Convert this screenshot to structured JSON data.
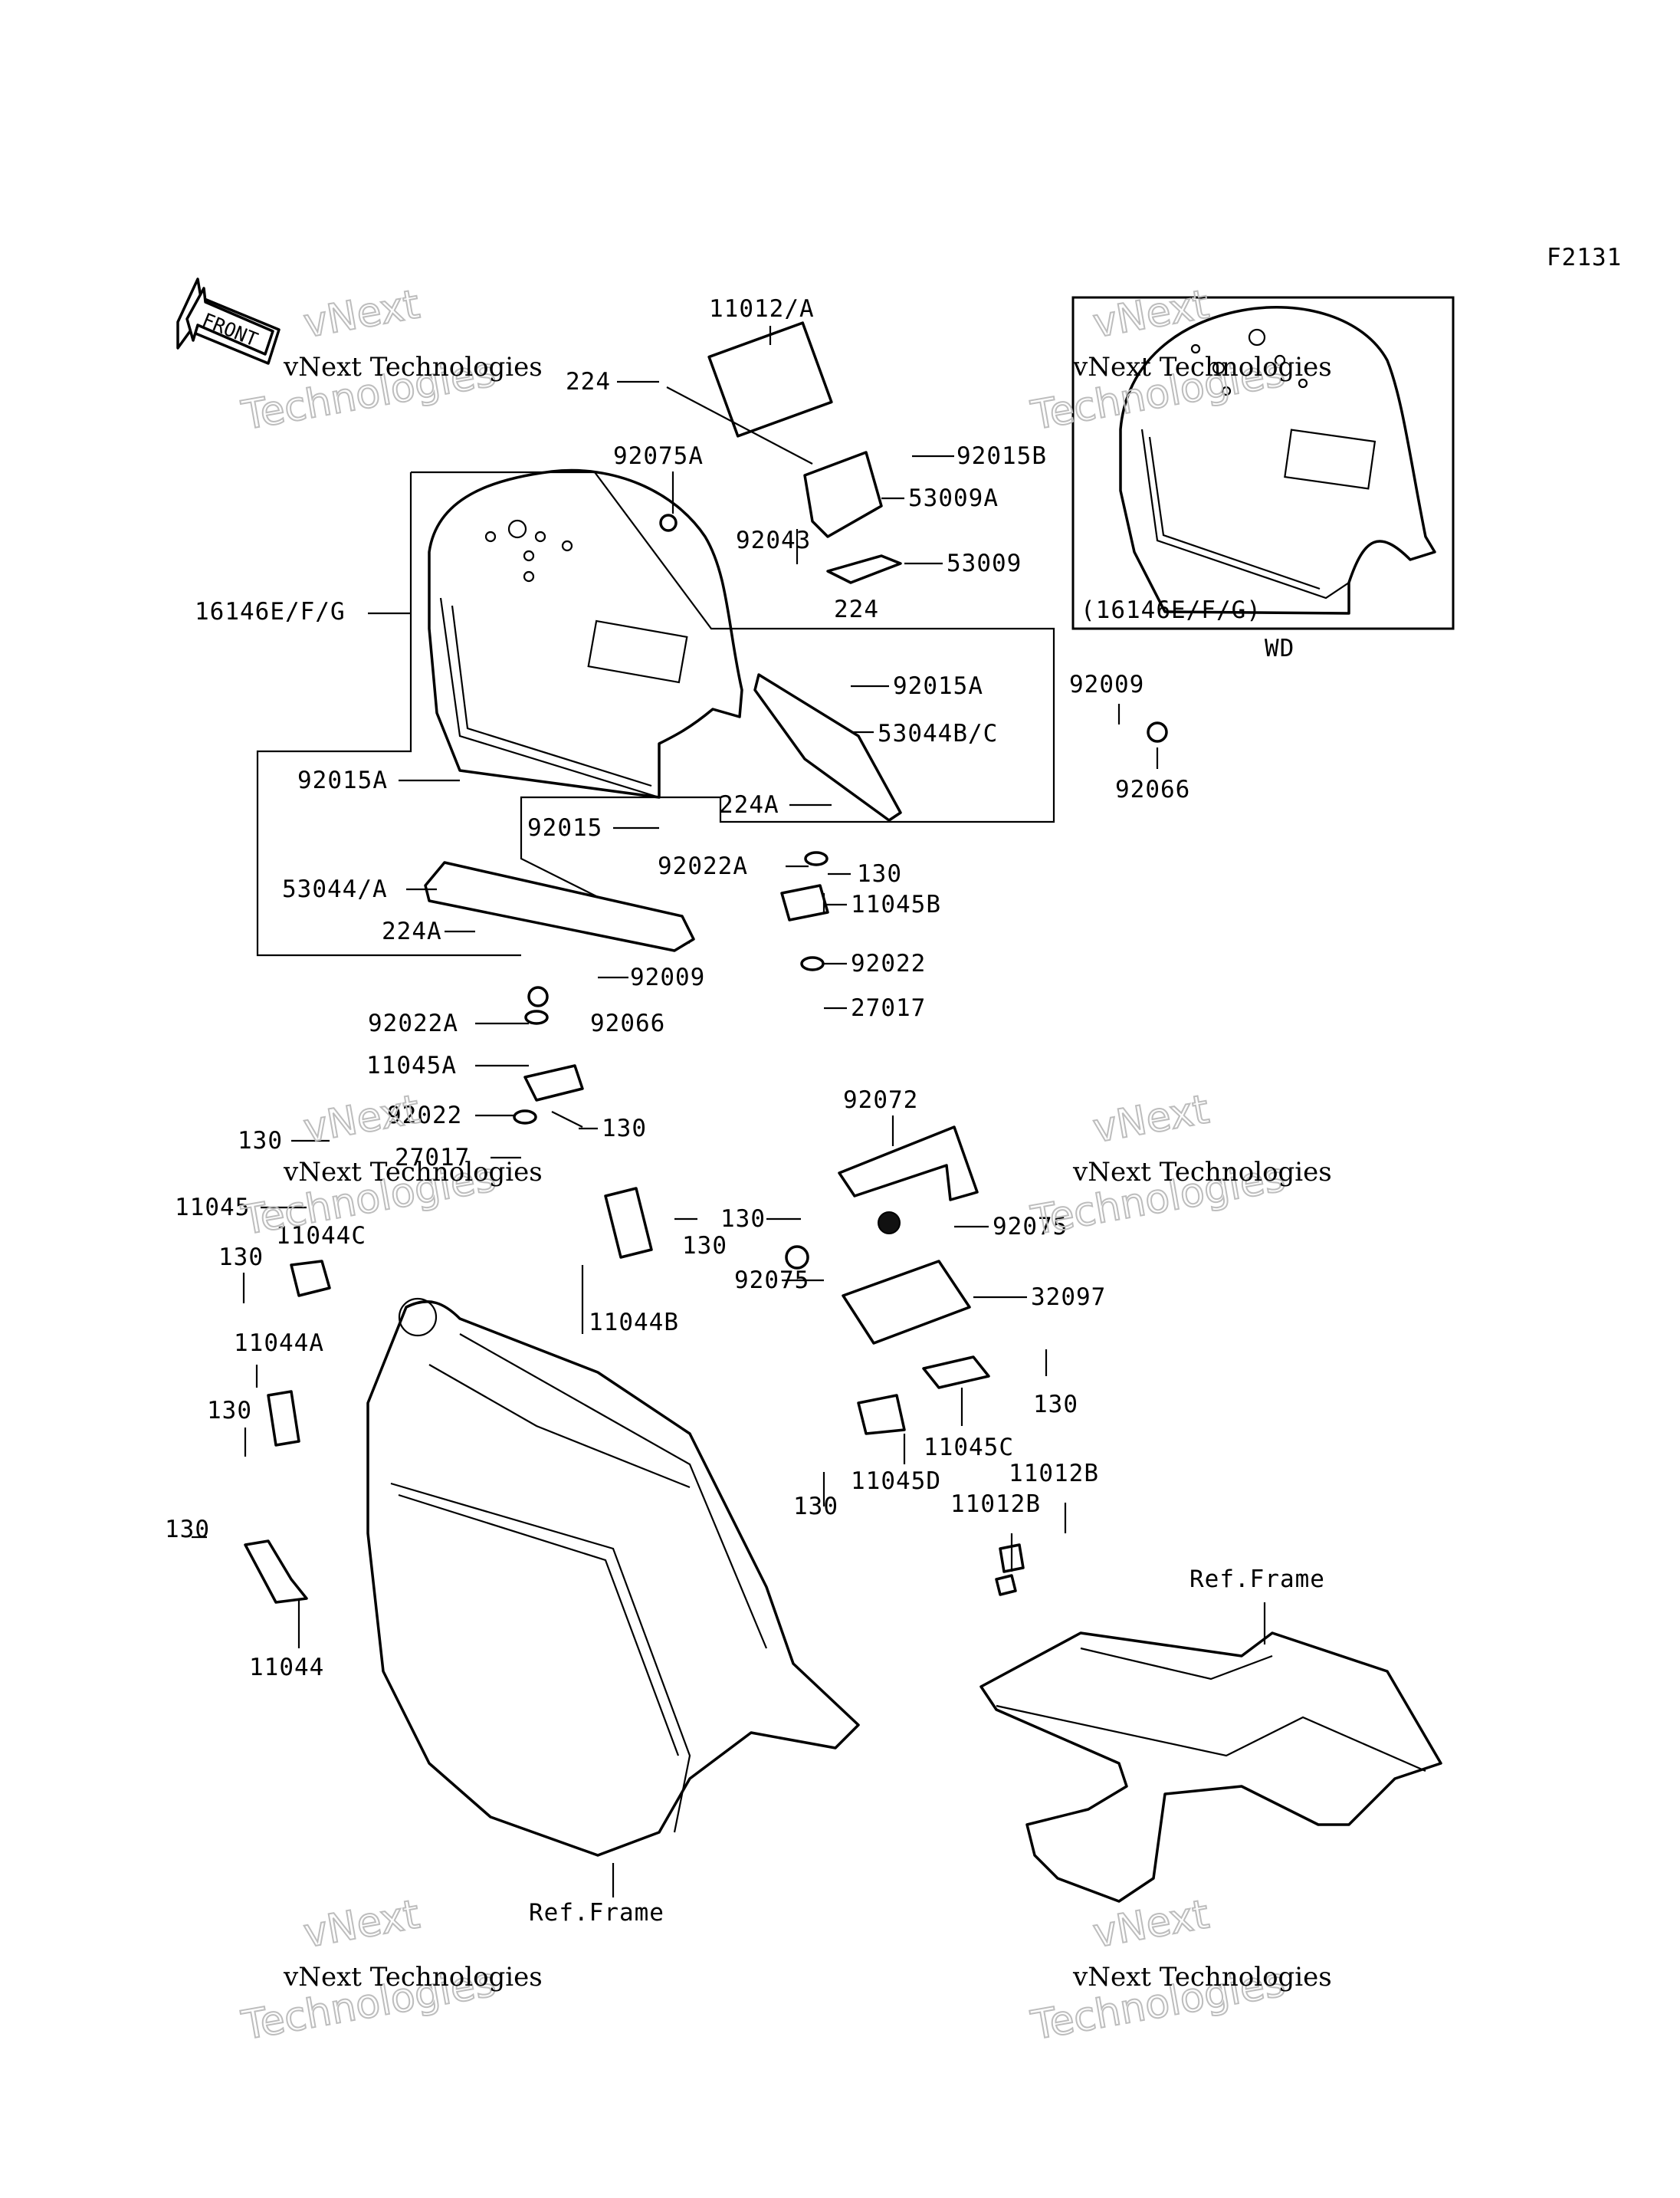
{
  "figure_id": "F2131",
  "front_arrow_label": "FRONT",
  "inset": {
    "caption": "(16146E/F/G)",
    "model": "WD"
  },
  "watermark": {
    "line1": "vNext Technologies",
    "line2": "vNext",
    "line3": "Technologies"
  },
  "ref_frame_label": "Ref.Frame",
  "callouts": {
    "c11012A": "11012/A",
    "c224_top": "224",
    "c92075A": "92075A",
    "c92015B": "92015B",
    "c53009A": "53009A",
    "c92043": "92043",
    "c53009": "53009",
    "c224_mid": "224",
    "c16146": "16146E/F/G",
    "c92015A_r": "92015A",
    "c92009_r": "92009",
    "c53044BC": "53044B/C",
    "c92066_r": "92066",
    "c92015A_l": "92015A",
    "c224A_r": "224A",
    "c92015": "92015",
    "c92022A_r": "92022A",
    "c130_a": "130",
    "c53044A": "53044/A",
    "c11045B": "11045B",
    "c224A_l": "224A",
    "c92022_r": "92022",
    "c92009_l": "92009",
    "c27017_r": "27017",
    "c92022A_l": "92022A",
    "c92066_l": "92066",
    "c11045A": "11045A",
    "c92072": "92072",
    "c92022_l": "92022",
    "c130_b": "130",
    "c130_c": "130",
    "c27017_l": "27017",
    "c11045": "11045",
    "c130_d": "130",
    "c130_e": "130",
    "c92075_r": "92075",
    "c11044C": "11044C",
    "c130_f": "130",
    "c92075_l": "92075",
    "c32097": "32097",
    "c11044B": "11044B",
    "c11044A": "11044A",
    "c130_g": "130",
    "c130_h": "130",
    "c11045C": "11045C",
    "c11012B_r": "11012B",
    "c11045D": "11045D",
    "c11012B_l": "11012B",
    "c130_i": "130",
    "c130_j": "130",
    "c11044": "11044"
  }
}
